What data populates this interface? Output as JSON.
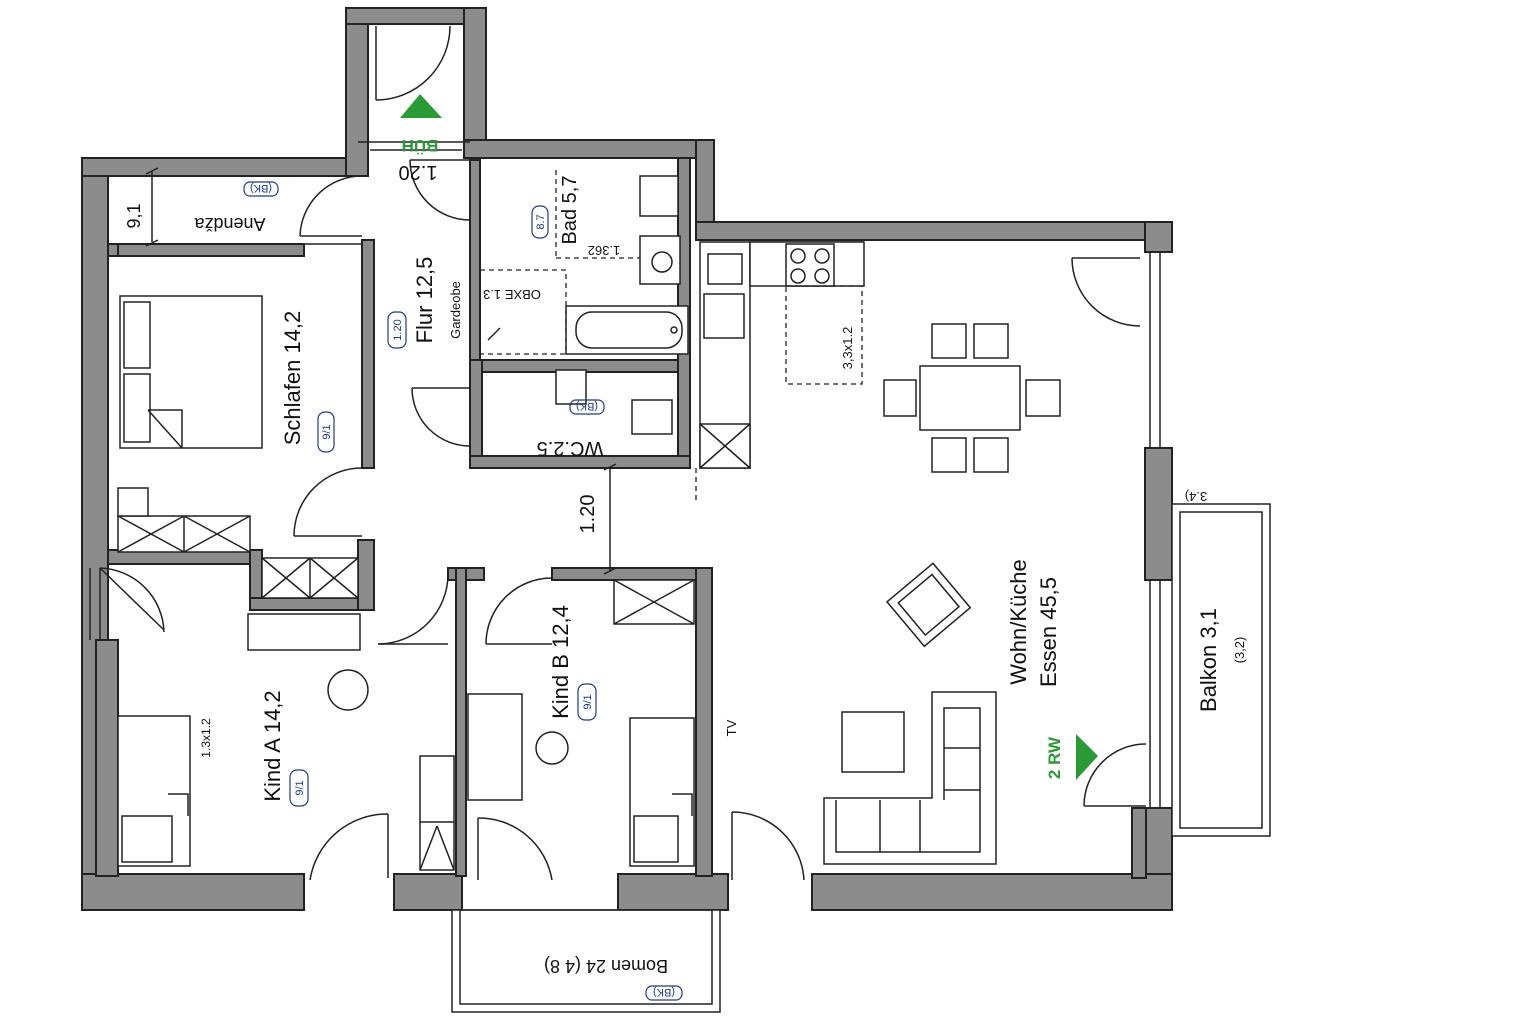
{
  "rooms": {
    "abstellraum": {
      "label": "Anendža",
      "tag": "(BK)"
    },
    "schlafen": {
      "label": "Schlafen 14,2",
      "tag": "9/1"
    },
    "flur": {
      "label": "Flur 12,5",
      "sub": "Gardeobe",
      "tag": "1.20"
    },
    "bad": {
      "label": "Bad 5,7",
      "tag": "8.7",
      "dim": "1.362"
    },
    "dusche": {
      "label": "OBXE 1.3"
    },
    "wc": {
      "label": "WC.2.5",
      "tag": "(BK)"
    },
    "wohn": {
      "line1": "Wohn/Küche",
      "line2": "Essen 45,5"
    },
    "kind_a": {
      "label": "Kind A 14,2",
      "tag": "9/1",
      "dim": "1.3x1.2"
    },
    "kind_b": {
      "label": "Kind B 12,4",
      "tag": "9/1"
    },
    "balkon": {
      "label": "Balkon 3,1",
      "sub": "(3,2)"
    },
    "bottom_balcony": {
      "label": "Bomen 24 (4 8)",
      "tag": "(BK)"
    }
  },
  "dimensions": {
    "entry_width": "1.20",
    "hall_width": "1.20",
    "side_width": "9,1",
    "island": "3,3x1.2",
    "balcony_note": "3.4)"
  },
  "markers": {
    "entry": "BÜH",
    "escape_route": "2 RW",
    "tv": "TV"
  },
  "colors": {
    "wall_fill": "#8c8c8c",
    "arrow_green": "#2a9a36",
    "tag_blue": "#1f3c8c"
  }
}
